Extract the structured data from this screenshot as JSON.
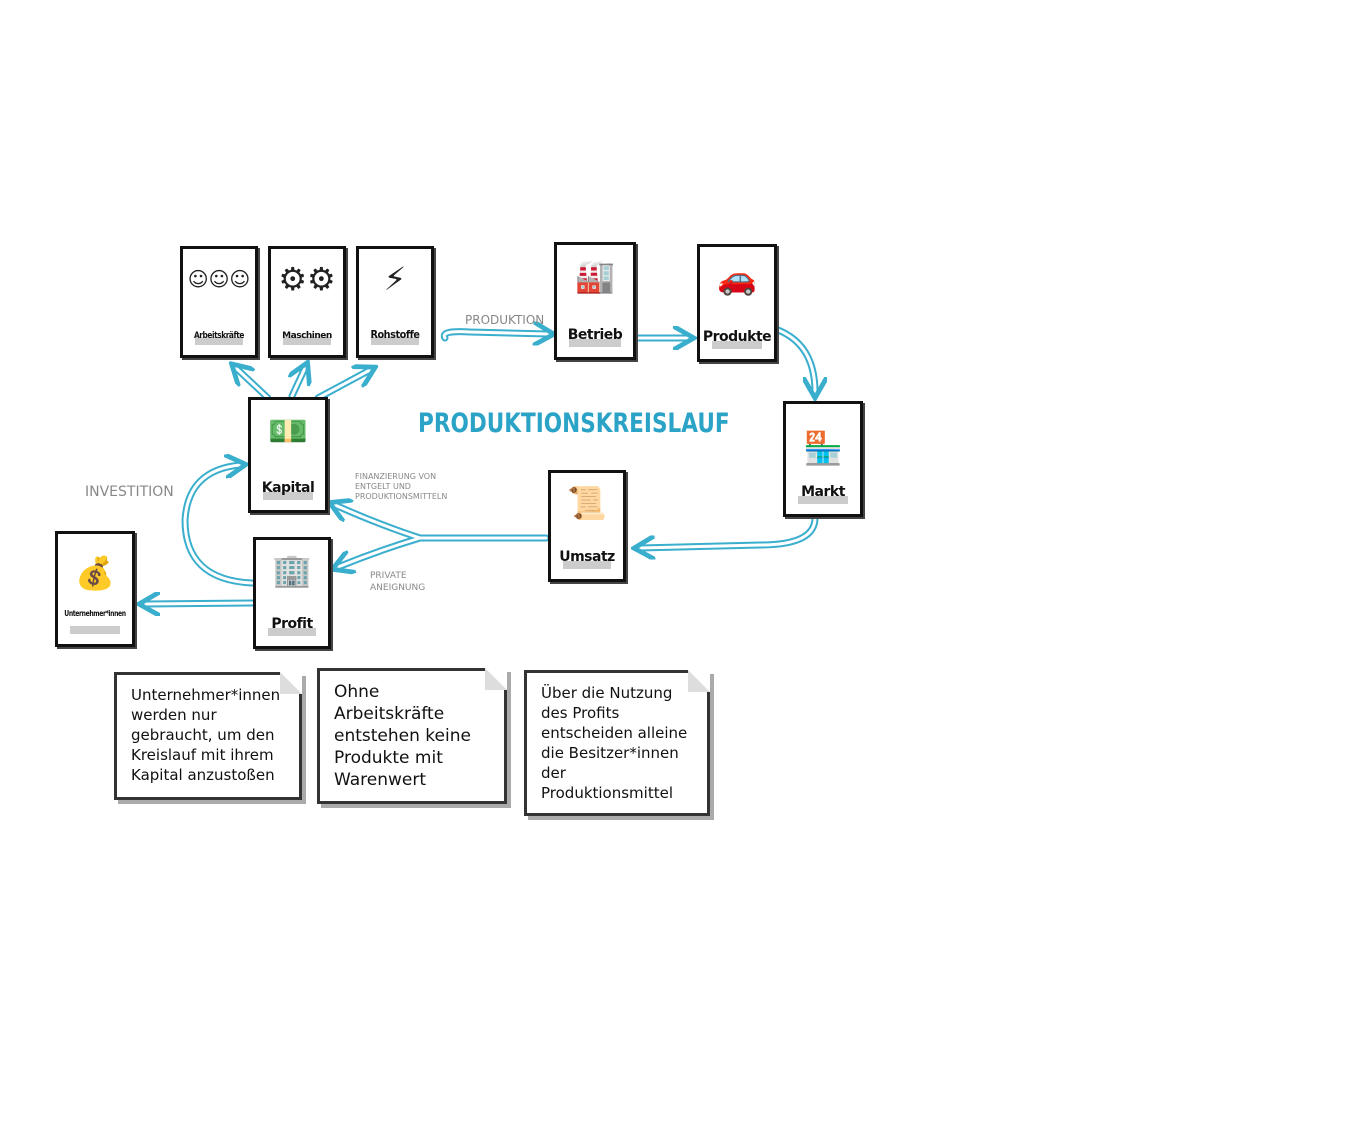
{
  "title": "PRODUKTIONSKREISLAUF",
  "cards": {
    "arbeitskraefte": "Arbeitskräfte",
    "maschinen": "Maschinen",
    "rohstoffe": "Rohstoffe",
    "betrieb": "Betrieb",
    "produkte": "Produkte",
    "markt": "Markt",
    "umsatz": "Umsatz",
    "kapital": "Kapital",
    "profit": "Profit",
    "unternehmer": "Unternehmer*innen"
  },
  "labels": {
    "produktion": "PRODUKTION",
    "investition": "INVESTITION",
    "finanzierung": "FINANZIERUNG VON ENTGELT UND PRODUKTIONSMITTELN",
    "aneignung": "PRIVATE ANEIGNUNG"
  },
  "notes": [
    "Unternehmer*innen werden nur gebraucht, um den Kreislauf mit ihrem Kapital anzustoßen",
    "Ohne Arbeitskräfte entstehen keine Produkte mit Warenwert",
    "Über die Nutzung des Profits entscheiden alleine die Besitzer*innen der Produktionsmittel"
  ],
  "colors": {
    "accent": "#2aa3c6"
  }
}
